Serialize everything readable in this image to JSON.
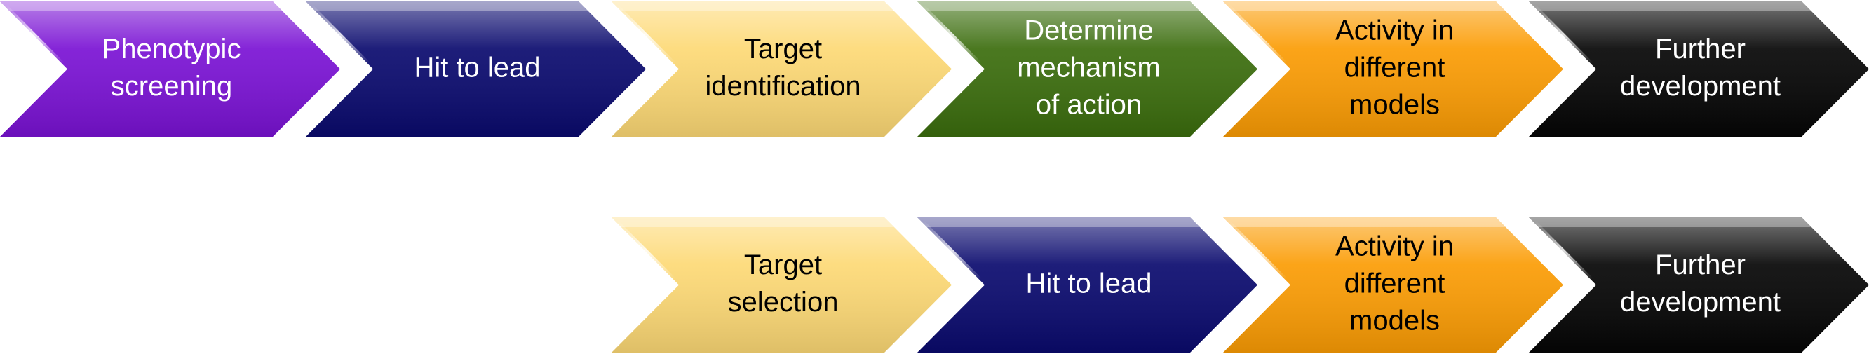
{
  "rows": [
    {
      "steps": [
        {
          "lines": [
            "Phenotypic",
            "screening"
          ],
          "fill": "#7a12d4",
          "text_color": "#ffffff"
        },
        {
          "lines": [
            "Hit to lead"
          ],
          "fill": "#0a0a6e",
          "text_color": "#ffffff"
        },
        {
          "lines": [
            "Target",
            "identification"
          ],
          "fill": "#fdd975",
          "text_color": "#000000"
        },
        {
          "lines": [
            "Determine",
            "mechanism",
            "of action"
          ],
          "fill": "#3b6d0d",
          "text_color": "#ffffff"
        },
        {
          "lines": [
            "Activity in",
            "different",
            "models"
          ],
          "fill": "#fb9c04",
          "text_color": "#000000"
        },
        {
          "lines": [
            "Further",
            "development"
          ],
          "fill": "#050505",
          "text_color": "#ffffff"
        }
      ]
    },
    {
      "steps": [
        {
          "lines": [
            "Target",
            "selection"
          ],
          "fill": "#fdd975",
          "text_color": "#000000"
        },
        {
          "lines": [
            "Hit to lead"
          ],
          "fill": "#0a0a6e",
          "text_color": "#ffffff"
        },
        {
          "lines": [
            "Activity in",
            "different",
            "models"
          ],
          "fill": "#fb9c04",
          "text_color": "#000000"
        },
        {
          "lines": [
            "Further",
            "development"
          ],
          "fill": "#050505",
          "text_color": "#ffffff"
        }
      ]
    }
  ]
}
